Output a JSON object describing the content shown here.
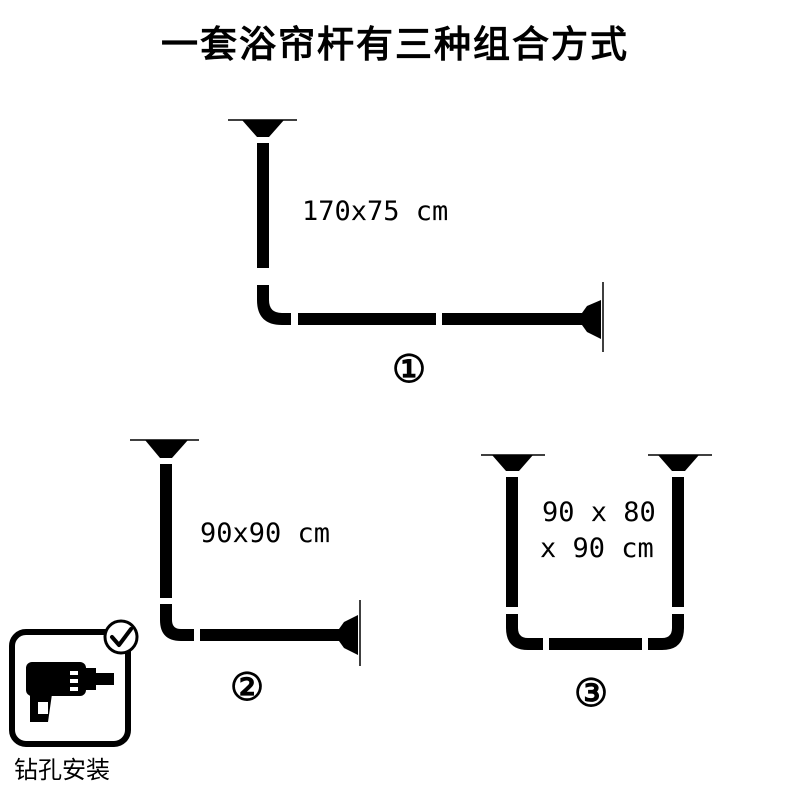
{
  "title": "一套浴帘杆有三种组合方式",
  "configs": [
    {
      "label": "①",
      "dimension_lines": [
        "170x75 cm"
      ]
    },
    {
      "label": "②",
      "dimension_lines": [
        "90x90 cm"
      ]
    },
    {
      "label": "③",
      "dimension_lines": [
        "90 x 80",
        "x 90 cm"
      ]
    }
  ],
  "badge": {
    "label": "钻孔安装",
    "icon": "drill-icon",
    "check_icon": "checkmark-icon"
  }
}
